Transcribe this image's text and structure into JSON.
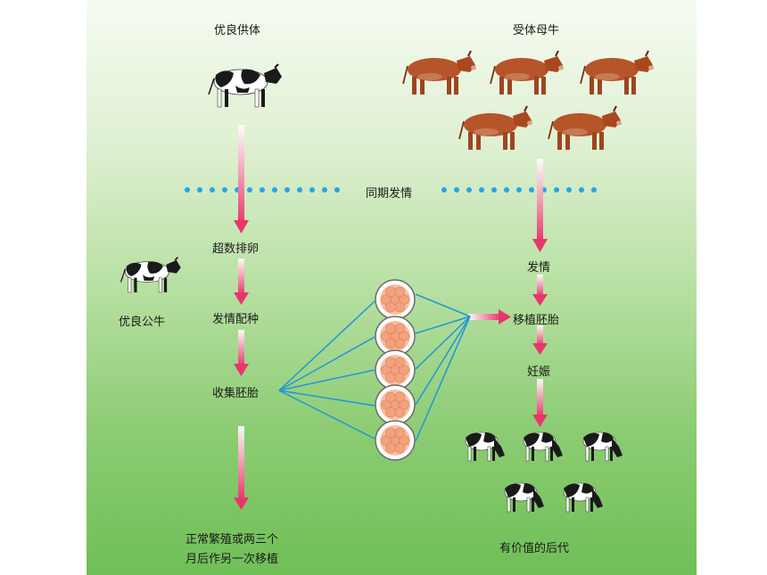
{
  "labels": {
    "donor": "优良供体",
    "recipients": "受体母牛",
    "sync": "同期发情",
    "superovulation": "超数排卵",
    "bull": "优良公牛",
    "estrus_breeding": "发情配种",
    "collect_embryo": "收集胚胎",
    "estrus": "发情",
    "transfer_embryo": "移植胚胎",
    "pregnancy": "妊娠",
    "offspring": "有价值的后代",
    "donor_next_line1": "正常繁殖或两三个",
    "donor_next_line2": "月后作另一次移植"
  },
  "colors": {
    "arrow": "#e8356d",
    "sync_dots": "#29a3e6",
    "connector_lines": "#2196d8",
    "recipient_cow": "#b6542a",
    "holstein_black": "#1a1a1a",
    "embryo": "#f3a27d"
  },
  "icons": [
    "holstein-cow-icon",
    "brown-cow-icon",
    "holstein-calf-icon",
    "embryo-icon"
  ]
}
